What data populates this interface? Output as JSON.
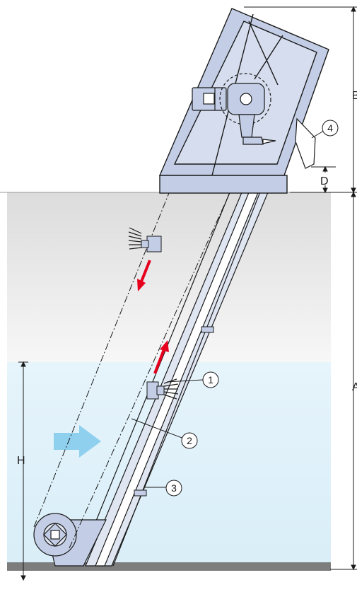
{
  "labels": {
    "A": "A",
    "B": "B",
    "D": "D",
    "H": "H",
    "part1": "1",
    "part2": "2",
    "part3": "3",
    "part4": "4"
  },
  "colors": {
    "frame_fill": "#c3cee6",
    "frame_stroke": "#1a1a1a",
    "water": "#e2f2fb",
    "air": "#e6e6e6",
    "flow_arrow": "#8fd0ef",
    "motion_arrow": "#e6001e",
    "floor": "#7d7d7d"
  },
  "icons": {
    "flow": "arrow-right-icon",
    "motion": "arrow-icon"
  }
}
